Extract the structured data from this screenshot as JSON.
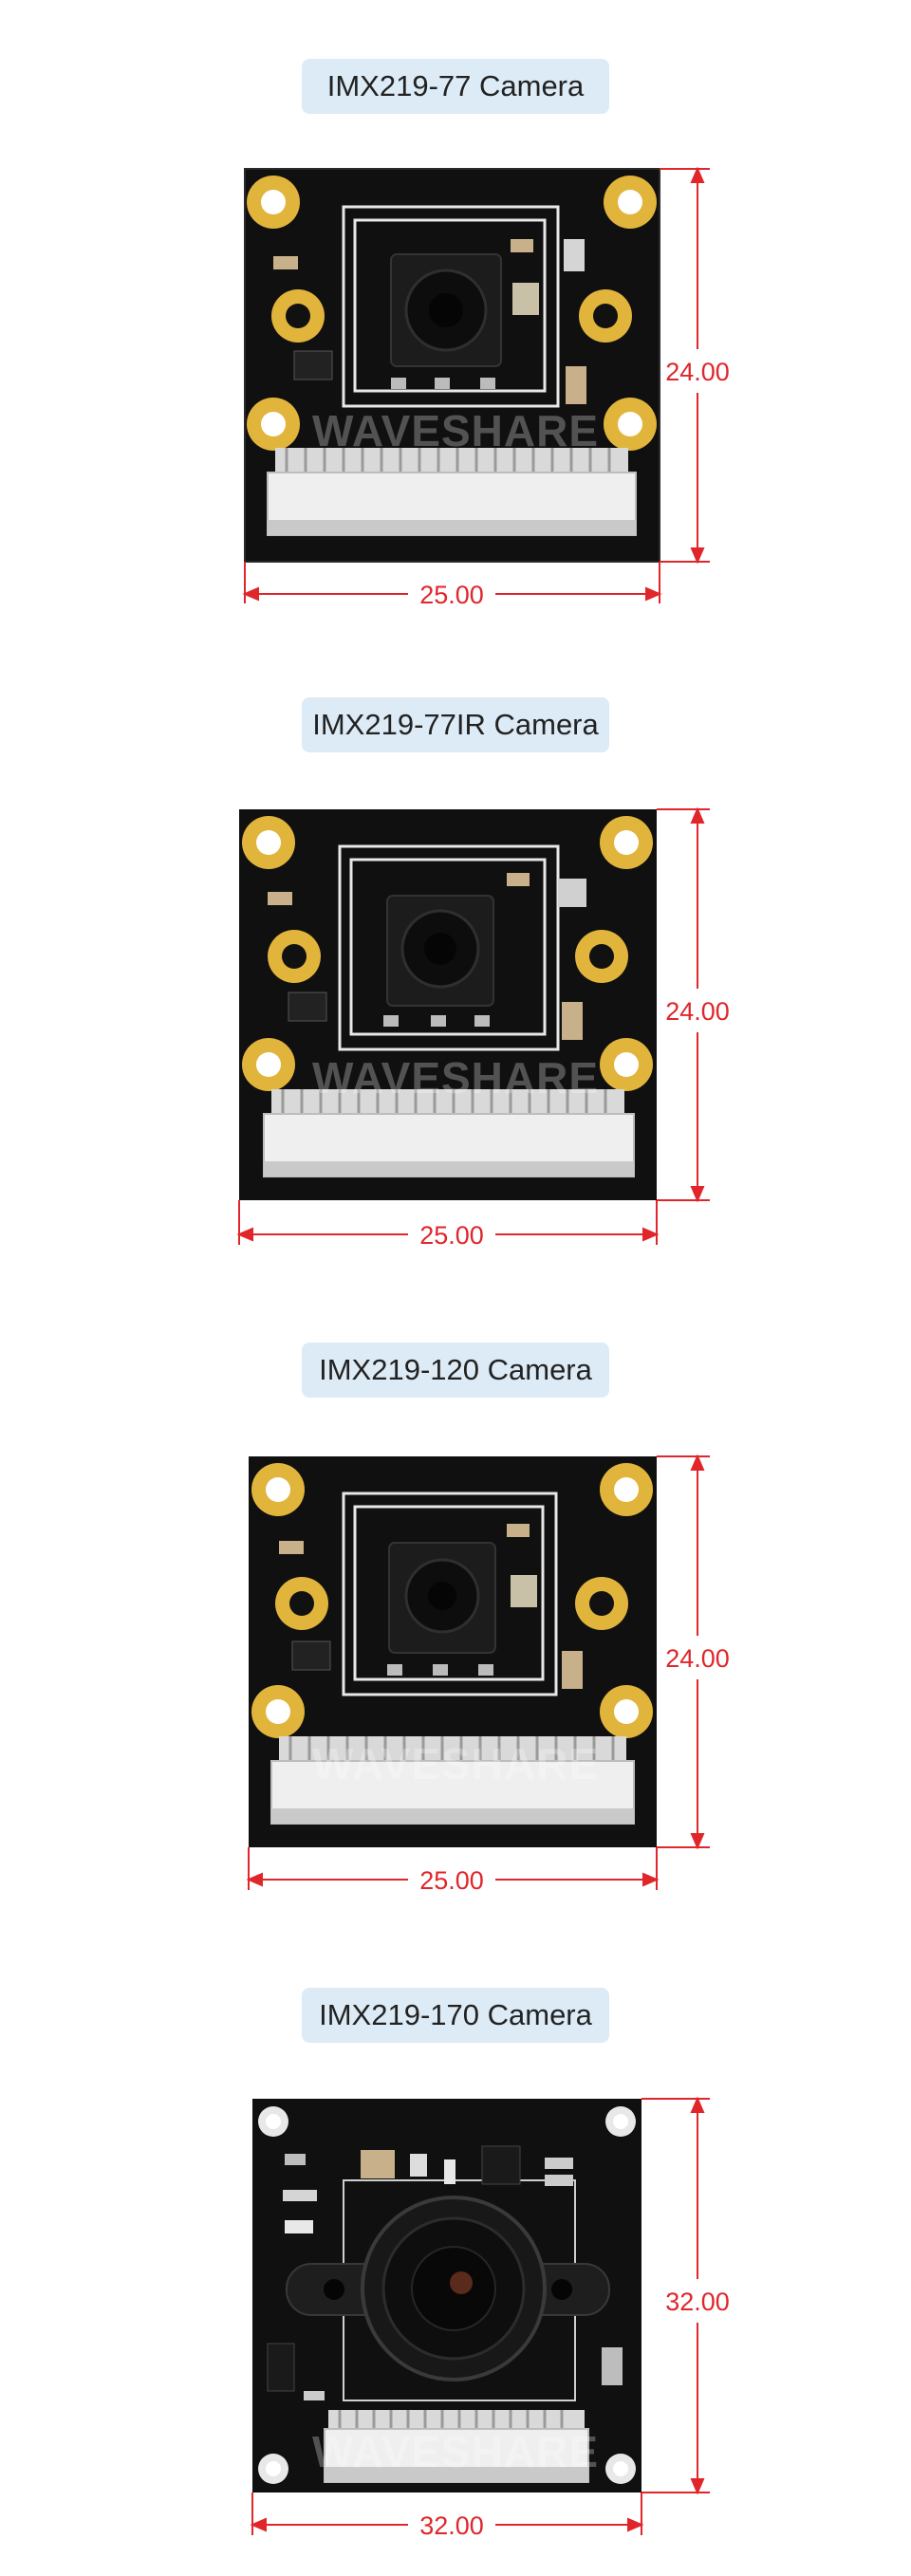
{
  "sections": [
    {
      "title": "IMX219-77 Camera",
      "width_label": "25.00",
      "height_label": "24.00",
      "lens": "small",
      "watermark": "WAVESHARE"
    },
    {
      "title": "IMX219-77IR Camera",
      "width_label": "25.00",
      "height_label": "24.00",
      "lens": "small",
      "watermark": "WAVESHARE"
    },
    {
      "title": "IMX219-120 Camera",
      "width_label": "25.00",
      "height_label": "24.00",
      "lens": "small",
      "watermark": "WAVESHARE"
    },
    {
      "title": "IMX219-170 Camera",
      "width_label": "32.00",
      "height_label": "32.00",
      "lens": "large",
      "watermark": "WAVESHARE"
    }
  ],
  "colors": {
    "dimension": "#e0262b",
    "title_bg": "#dcebf6",
    "pcb": "#101010",
    "pad_gold": "#e1b43c"
  }
}
